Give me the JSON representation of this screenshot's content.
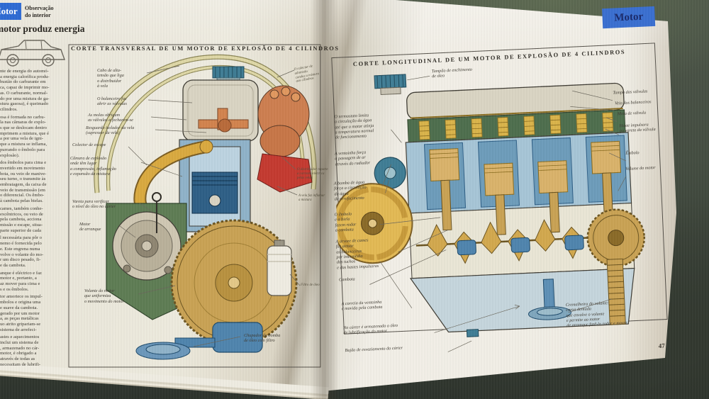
{
  "book": {
    "type": "open-book-photo",
    "subject": "car engine cutaway diagrams"
  },
  "colors": {
    "badge_blue": "#2e6bd3",
    "badge_text_left": "#ffffff",
    "badge_text_right": "#1a2a6b",
    "page_cream": "#efece1",
    "fabric_green": "#4c5548",
    "diagram_yellow": "#d9a93f",
    "diagram_blue": "#4f84ad",
    "diagram_orange": "#cd7e50",
    "diagram_red": "#c43a30",
    "diagram_green": "#5e7c54",
    "diagram_tan": "#c9a254"
  },
  "left_page": {
    "badge": "Motor",
    "tab": "Observação\ndo interior",
    "title": "motor produz energia",
    "paragraphs": [
      "nte de energia do automó-\na energia calorífica produ-\nbustão do carburante em\nca, capaz de imprimir mo-\nas. O carburante, normal-\ndo por uma mistura de ga-\nstura gasosa), é queimado\ncilindros.",
      "osa é formada no carbu-\nla nas câmaras de explo-\ns que se deslocam dentro\nmprimem a mistura, que é\na por uma vela de igni-\nque a mistura se inflama,\npurrando o êmbolo para\nexplosão).",
      "dos êmbolos para cima e\nnvertido em movimento\nbota, ou veio de manive-\nseu turno, o transmite às\nembraiagem, da caixa de\nveio de transmissão (em\no diferencial. Os êmbo-\nà cambota pelas bielas.",
      "cames, também conhe-\nexcêntricos, ou veio de\npela cambota, acciona\nmissão e escape, situa-\nparte superior de cada",
      "l necessária para pôr o\nnemo é fornecida pelo\ne. Este engrena numa\nvolve o volante do mo-\nr um disco pesado, fi-\ne da cambota.",
      "anque é eléctrico e faz\nmotor e, portanto, a\naz mover para cima e\ns e os êmbolos.",
      "tor amortece os impul-\nmbolos e origina uma\ne suave da cambota.\ngerado por um motor\na, as peças metálicas\nuo atrito gripariam-se\nsistema de arrefeci-",
      "astes e aquecimentos\ninclui um sistema de\n, armazenado no cár-\nmotor, é obrigado a\natravés de todas as\nnecessitam de lubrifi-"
    ],
    "diagram": {
      "title": "CORTE TRANSVERSAL DE UM MOTOR DE EXPLOSÃO DE 4 CILINDROS",
      "labels_left": [
        "Cabo de alta-\ntensão que liga\no distribuidor\nà vela",
        "O balanceiro faz\nabrir as válvulas",
        "As molas obrigam\nas válvulas a fecharem-se",
        "Resguardo isolador da vela\n(supressor da vela)",
        "Colector de escape",
        "Câmara de explosão\nonde têm lugar\na compressão, inflamação\ne expansão da mistura",
        "Vareta para verificar\no nível do óleo no cárter",
        "Motor\nde arranque",
        "Volante do motor\nque uniformiza\no movimento do motor"
      ],
      "label_bottom": "Chupador da bomba\nde óleo com filtro",
      "labels_right": [
        "O colector de admissão\nconduz a mistura\naos cilindros",
        "O distribuidor reparte\na corrente eléctrica\npelas velas",
        "A vela faz inflamar\na mistura",
        "Filtro de óleo"
      ]
    }
  },
  "right_page": {
    "badge": "Motor",
    "page_number": "47",
    "diagram": {
      "title": "CORTE LONGITUDINAL DE UM MOTOR DE EXPLOSÃO DE 4 CILINDROS",
      "label_top": "Tampão de enchimento\nde óleo",
      "labels_left": [
        "O termostato limita\na circulação da água\naté que o motor atinja\na temperatura normal\nde funcionamento",
        "A ventoinha força\na passagem de ar\natravés do radiador",
        "A bomba de água\nforça a circulação\nda água\nde arrefecimento",
        "O êmbolo\ne a biela\nfazem rodar\na cambota",
        "A árvore de cames\nfaz actuar\nos balanceiros\npor intermédio\ndos tuchos\ne das hastes impulsoras",
        "Cambota",
        "A correia da ventoinha\né movida pela cambota",
        "No cárter é armazenado o óleo\nde lubrificação do motor",
        "Bujão de esvaziamento do cárter"
      ],
      "labels_right": [
        "Tampa das válvulas",
        "Veio dos balanceiros",
        "Mola de válvula",
        "Haste impulsora\nou vareta da válvula",
        "Êmbolo",
        "Volume do motor"
      ],
      "label_bottom_right": "Cremalheira do volante:\ncoroa dentada\nque envolve o volante\ne permite ao motor\nde arranque fazê-lo rodar e mover"
    }
  }
}
